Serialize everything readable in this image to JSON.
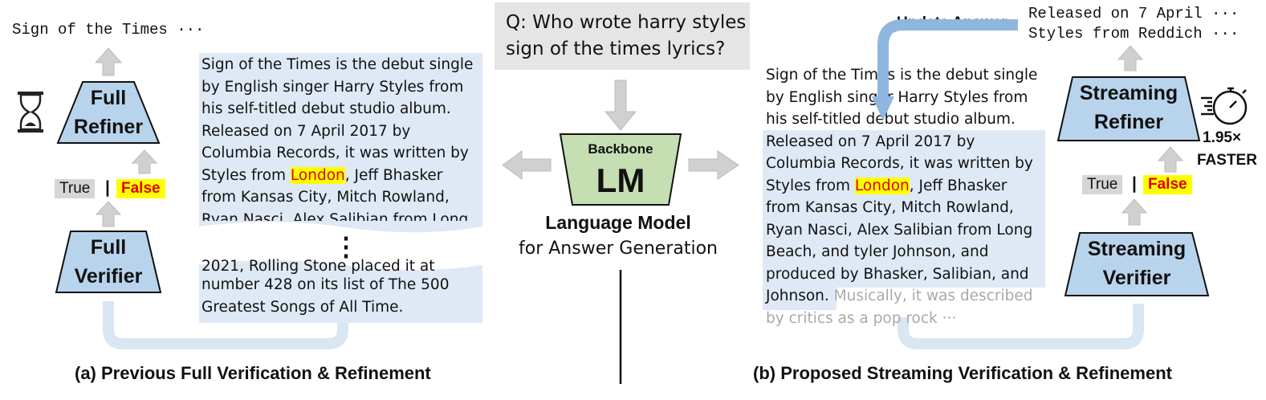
{
  "colors": {
    "box_fill": "#b8d4ec",
    "text_panel": "#dfe9f5",
    "arrow_gray": "#cfcfcf",
    "lm_fill": "#c6dfb2",
    "flow_blue": "#c9dcf0",
    "update_arrow": "#8fb6de",
    "highlight": "#ffff00",
    "false_red": "#e00000"
  },
  "left": {
    "output_text": "Sign of the Times ···",
    "refiner_line1": "Full",
    "refiner_line2": "Refiner",
    "verifier_line1": "Full",
    "verifier_line2": "Verifier",
    "true_label": "True",
    "separator": "|",
    "false_label": "False",
    "wait_icon": "hourglass-icon",
    "passage_lines_top": [
      "Sign of the Times is the debut single",
      "by English singer Harry Styles from",
      "his self-titled debut studio album.",
      "Released on 7 April 2017 by",
      "Columbia Records, it was written by"
    ],
    "passage_styles_prefix": "Styles from ",
    "passage_highlight": "London",
    "passage_styles_suffix": ", Jeff Bhasker",
    "passage_lines_mid": [
      "from Kansas City, Mitch Rowland,",
      "Ryan Nasci, Alex Salibian from Long"
    ],
    "ellipsis": "⋮",
    "passage_lines_bottom": [
      "2021, Rolling Stone placed it at",
      "number 428 on its list of The 500",
      "Greatest Songs of All Time."
    ],
    "caption": "(a) Previous Full Verification & Refinement"
  },
  "center": {
    "question_line1": "Q: Who wrote harry styles",
    "question_line2": "sign of the times lyrics?",
    "backbone": "Backbone",
    "lm": "LM",
    "model_title": "Language Model",
    "model_subtitle": "for Answer Generation"
  },
  "right": {
    "output_line1": "Released on 7 April ···",
    "output_line2": "Styles from Reddich ···",
    "update_label": "Update Answer",
    "refiner_line1": "Streaming",
    "refiner_line2": "Refiner",
    "verifier_line1": "Streaming",
    "verifier_line2": "Verifier",
    "true_label": "True",
    "separator": "|",
    "false_label": "False",
    "speedup_value": "1.95×",
    "speedup_label": "FASTER",
    "speed_icon": "stopwatch-icon",
    "passage_lines_plain": [
      "Sign of the Times is the debut single",
      "by English singer Harry Styles from",
      "his self-titled debut studio album."
    ],
    "passage_line_released": "Released on 7 April 2017 by",
    "passage_line_columbia": "Columbia Records, it was written by",
    "passage_styles_prefix": "Styles from ",
    "passage_highlight": "London",
    "passage_styles_suffix": ", Jeff Bhasker",
    "passage_lines_rest": [
      "from Kansas City, Mitch Rowland,",
      "Ryan Nasci, Alex Salibian from Long",
      "Beach, and tyler Johnson,  and",
      "produced  by Bhasker, Salibian, and"
    ],
    "passage_johnson": "Johnson.",
    "passage_faded_1": " Musically, it was described",
    "passage_faded_2": "by critics as a pop rock ···",
    "caption": "(b) Proposed Streaming Verification & Refinement"
  }
}
